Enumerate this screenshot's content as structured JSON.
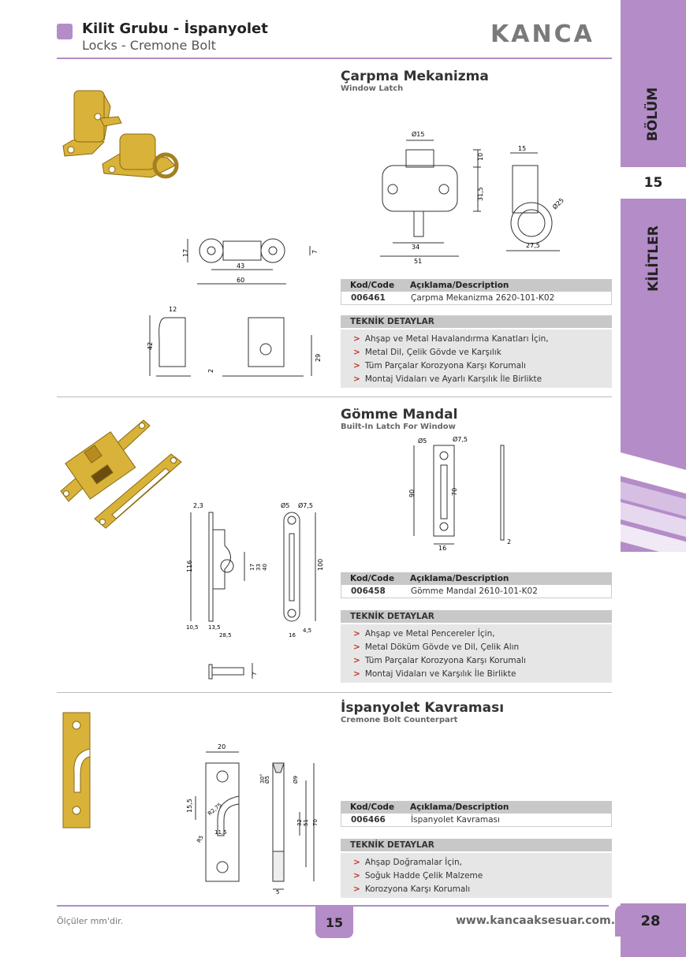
{
  "header": {
    "title": "Kilit Grubu - İspanyolet",
    "subtitle": "Locks - Cremone Bolt",
    "logo": "KANCA"
  },
  "sidebar": {
    "section_label": "BÖLÜM",
    "section_number": "15",
    "category": "KİLİTLER"
  },
  "sections": [
    {
      "title": "Çarpma Mekanizma",
      "subtitle": "Window Latch",
      "table": {
        "col1": "Kod/Code",
        "col2": "Açıklama/Description",
        "code": "006461",
        "desc": "Çarpma Mekanizma 2620-101-K02"
      },
      "tech": {
        "heading": "TEKNİK DETAYLAR",
        "items": [
          "Ahşap ve Metal Havalandırma Kanatları İçin,",
          "Metal Dil, Çelik Gövde ve Karşılık",
          "Tüm Parçalar Korozyona Karşı Korumalı",
          "Montaj Vidaları ve Ayarlı Karşılık İle Birlikte"
        ]
      }
    },
    {
      "title": "Gömme Mandal",
      "subtitle": "Built-In Latch For Window",
      "table": {
        "col1": "Kod/Code",
        "col2": "Açıklama/Description",
        "code": "006458",
        "desc": "Gömme Mandal 2610-101-K02"
      },
      "tech": {
        "heading": "TEKNİK DETAYLAR",
        "items": [
          "Ahşap ve Metal Pencereler İçin,",
          "Metal Döküm Gövde ve Dil, Çelik Alın",
          "Tüm Parçalar Korozyona Karşı Korumalı",
          "Montaj Vidaları ve Karşılık İle Birlikte"
        ]
      }
    },
    {
      "title": "İspanyolet Kavraması",
      "subtitle": "Cremone Bolt Counterpart",
      "table": {
        "col1": "Kod/Code",
        "col2": "Açıklama/Description",
        "code": "006466",
        "desc": "İspanyolet Kavraması"
      },
      "tech": {
        "heading": "TEKNİK DETAYLAR",
        "items": [
          "Ahşap Doğramalar  İçin,",
          "Soğuk Hadde Çelik Malzeme",
          "Korozyona Karşı Korumalı"
        ]
      }
    }
  ],
  "dims": {
    "s1": {
      "d15": "Ø15",
      "h10": "10",
      "h31": "31,5",
      "w34": "34",
      "w51": "51",
      "w15": "15",
      "d25": "Ø25",
      "w27": "27,5",
      "h17": "17",
      "w43": "43",
      "w60": "60",
      "t7": "7",
      "w12": "12",
      "h42": "42",
      "h2": "2",
      "h29": "29"
    },
    "s2": {
      "d5": "Ø5",
      "d75": "Ø7,5",
      "h90": "90",
      "h70": "70",
      "w16": "16",
      "t2": "2",
      "w23": "2,3",
      "h116": "116",
      "h17": "17",
      "h33": "33",
      "h40": "40",
      "h100": "100",
      "w105": "10,5",
      "w135": "13,5",
      "w285": "28,5",
      "w16b": "16",
      "w45": "4,5",
      "t7": "7",
      "d5b": "Ø5",
      "d75b": "Ø7,5"
    },
    "s3": {
      "w20": "20",
      "h155": "15,5",
      "r275": "R2,75",
      "r5": "R5",
      "w115": "11,5",
      "a30": "30°",
      "d5": "Ø5",
      "d9": "Ø9",
      "h32": "32",
      "h51": "51",
      "h70": "70",
      "t5": "5"
    }
  },
  "footer": {
    "note": "Ölçüler mm'dir.",
    "tab": "15",
    "url": "www.kancaaksesuar.com.tr",
    "page": "28"
  },
  "colors": {
    "accent": "#b48cc8",
    "brass": "#d9b23a"
  }
}
